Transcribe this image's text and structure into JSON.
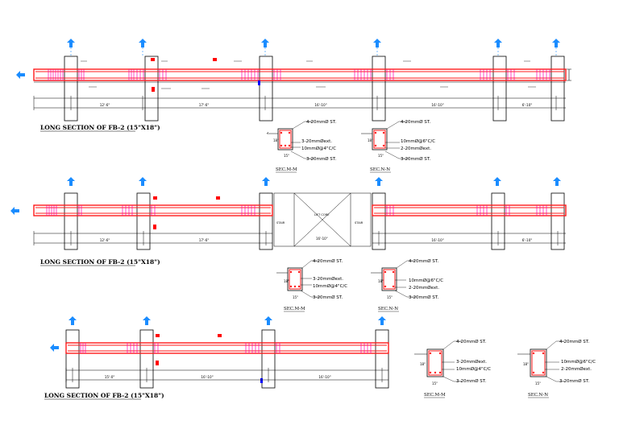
{
  "colors": {
    "beam": "#ff1a1a",
    "bar": "#ff00aa",
    "line": "#000000",
    "grid": "#1a8cff",
    "red": "#ff0000",
    "blue": "#0000ff"
  },
  "section_texts": {
    "top_bar": "4-20mmØ ST.",
    "ext_bar": "3-20mmØext.",
    "ext_bar_n": "2-20mmØext.",
    "stirrup_m": "10mmØ@4\"C/C",
    "stirrup_n": "10mmØ@6\"C/C",
    "bottom_bar": "3-20mmØ ST.",
    "width": "15\"",
    "depth": "18\""
  },
  "drawings": [
    {
      "id": "fb2-1",
      "title": "LONG SECTION OF FB-2 (15\"X18\")",
      "labels": [
        "SEC.M-M",
        "SEC.N-N"
      ],
      "span_dims": [
        "12'-6\"",
        "17'-6\"",
        "16'-10\"",
        "16'-10\"",
        "6'-10\""
      ],
      "void": null
    },
    {
      "id": "fb2-2",
      "title": "LONG SECTION OF FB-2 (15\"X18\")",
      "labels": [
        "SEC.M-M",
        "SEC.N-N"
      ],
      "span_dims": [
        "12'-6\"",
        "17'-6\"",
        "16'-10\"",
        "16'-10\"",
        "6'-10\""
      ],
      "void": {
        "left": "STAIR",
        "middle": "LIFT CORE",
        "right": "STAIR",
        "dim": "16'-10\""
      }
    },
    {
      "id": "fb2-3",
      "title": "LONG SECTION OF FB-2 (15\"X18\")",
      "labels": [
        "SEC.M-M",
        "SEC.N-N"
      ],
      "span_dims": [
        "15'-0\"",
        "16'-10\"",
        "16'-10\""
      ],
      "void": null
    }
  ]
}
